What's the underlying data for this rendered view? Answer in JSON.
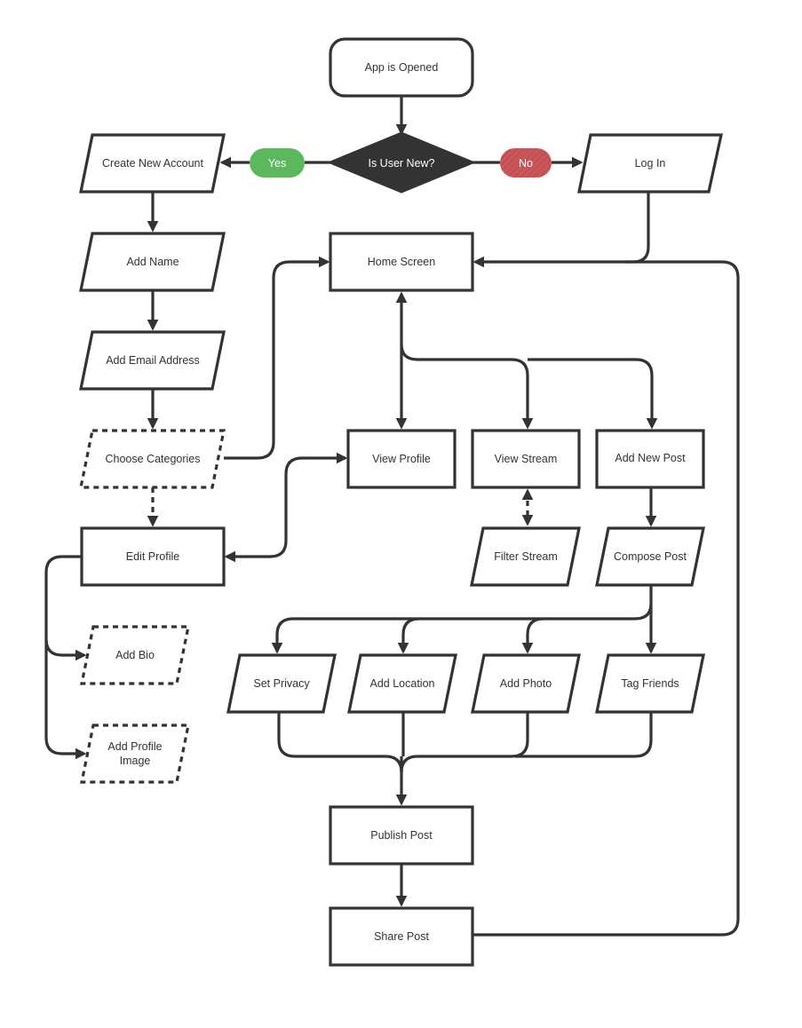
{
  "colors": {
    "stroke": "#333333",
    "decision_fill": "#333333",
    "yes_pill": "#5cb85c",
    "no_pill": "#c9575a",
    "text": "#333333"
  },
  "nodes": {
    "app_opened": "App is Opened",
    "is_user_new": "Is User New?",
    "create_account": "Create New Account",
    "log_in": "Log In",
    "add_name": "Add Name",
    "home_screen": "Home Screen",
    "add_email": "Add Email Address",
    "choose_categories": "Choose Categories",
    "view_profile": "View Profile",
    "view_stream": "View Stream",
    "add_new_post": "Add New Post",
    "edit_profile": "Edit Profile",
    "filter_stream": "Filter Stream",
    "compose_post": "Compose Post",
    "add_bio": "Add Bio",
    "add_profile_image": [
      "Add Profile",
      "Image"
    ],
    "set_privacy": "Set Privacy",
    "add_location": "Add Location",
    "add_photo": "Add Photo",
    "tag_friends": "Tag Friends",
    "publish_post": "Publish Post",
    "share_post": "Share Post"
  },
  "labels": {
    "yes": "Yes",
    "no": "No"
  }
}
